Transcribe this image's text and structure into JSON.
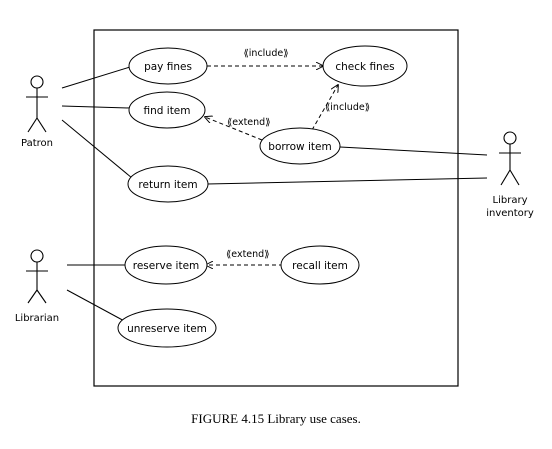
{
  "use_cases": {
    "pay_fines": "pay fines",
    "check_fines": "check fines",
    "find_item": "find item",
    "borrow_item": "borrow item",
    "return_item": "return item",
    "reserve_item": "reserve item",
    "recall_item": "recall item",
    "unreserve_item": "unreserve item"
  },
  "actors": {
    "patron": "Patron",
    "librarian": "Librarian",
    "inventory_line1": "Library",
    "inventory_line2": "inventory"
  },
  "relationships": {
    "pay_check": "⟪include⟫",
    "borrow_check": "⟪include⟫",
    "borrow_find": "⟪extend⟫",
    "recall_reserve": "⟪extend⟫"
  },
  "caption": "FIGURE 4.15  Library use cases."
}
